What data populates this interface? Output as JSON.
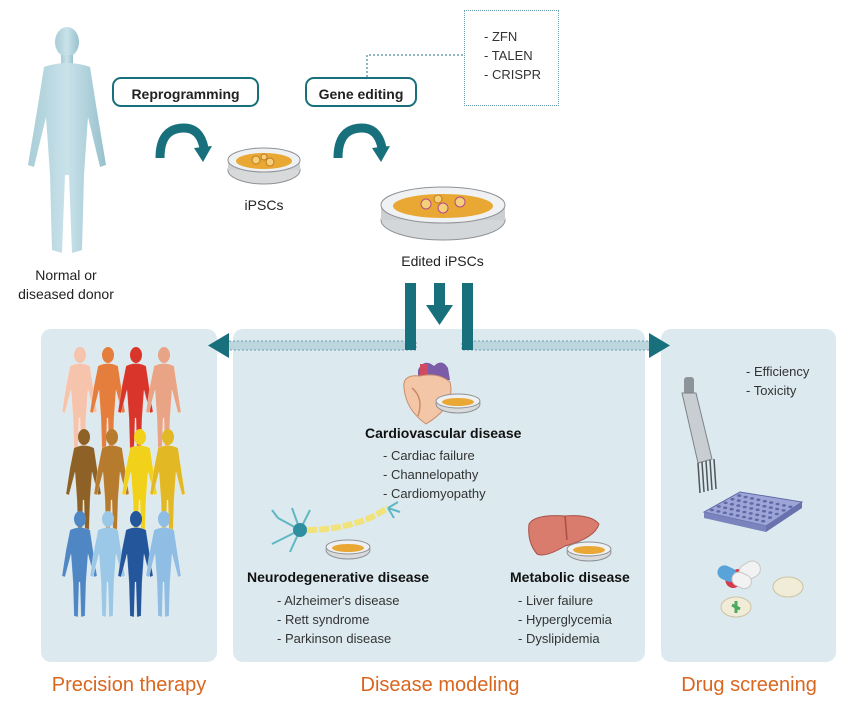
{
  "donor": {
    "label_line1": "Normal or",
    "label_line2": "diseased donor",
    "icon": "human-silhouette-icon"
  },
  "steps": {
    "reprogramming": "Reprogramming",
    "gene_editing": "Gene editing",
    "ipscs": "iPSCs",
    "edited_ipscs": "Edited iPSCs"
  },
  "gene_tools": [
    "- ZFN",
    "- TALEN",
    "- CRISPR"
  ],
  "disease_modeling": {
    "title": "Disease modeling",
    "cardio": {
      "heading": "Cardiovascular disease",
      "items": [
        "- Cardiac failure",
        "- Channelopathy",
        "- Cardiomyopathy"
      ]
    },
    "neuro": {
      "heading": "Neurodegenerative disease",
      "items": [
        "- Alzheimer's disease",
        "- Rett syndrome",
        "- Parkinson disease"
      ]
    },
    "metabolic": {
      "heading": "Metabolic disease",
      "items": [
        "- Liver failure",
        "- Hyperglycemia",
        "- Dyslipidemia"
      ]
    }
  },
  "precision_therapy": {
    "title": "Precision therapy",
    "person_colors": [
      "#f6c4ad",
      "#e57d3d",
      "#d9352b",
      "#e9a385",
      "#8e6126",
      "#b77b2e",
      "#f2d11a",
      "#e2b824",
      "#4f87c4",
      "#9cc8e8",
      "#23569a",
      "#8fbde3"
    ]
  },
  "drug_screening": {
    "title": "Drug screening",
    "items": [
      "- Efficiency",
      "- Toxicity"
    ]
  },
  "colors": {
    "teal": "#17707c",
    "orange": "#d9661f",
    "panel": "#dceaef"
  }
}
